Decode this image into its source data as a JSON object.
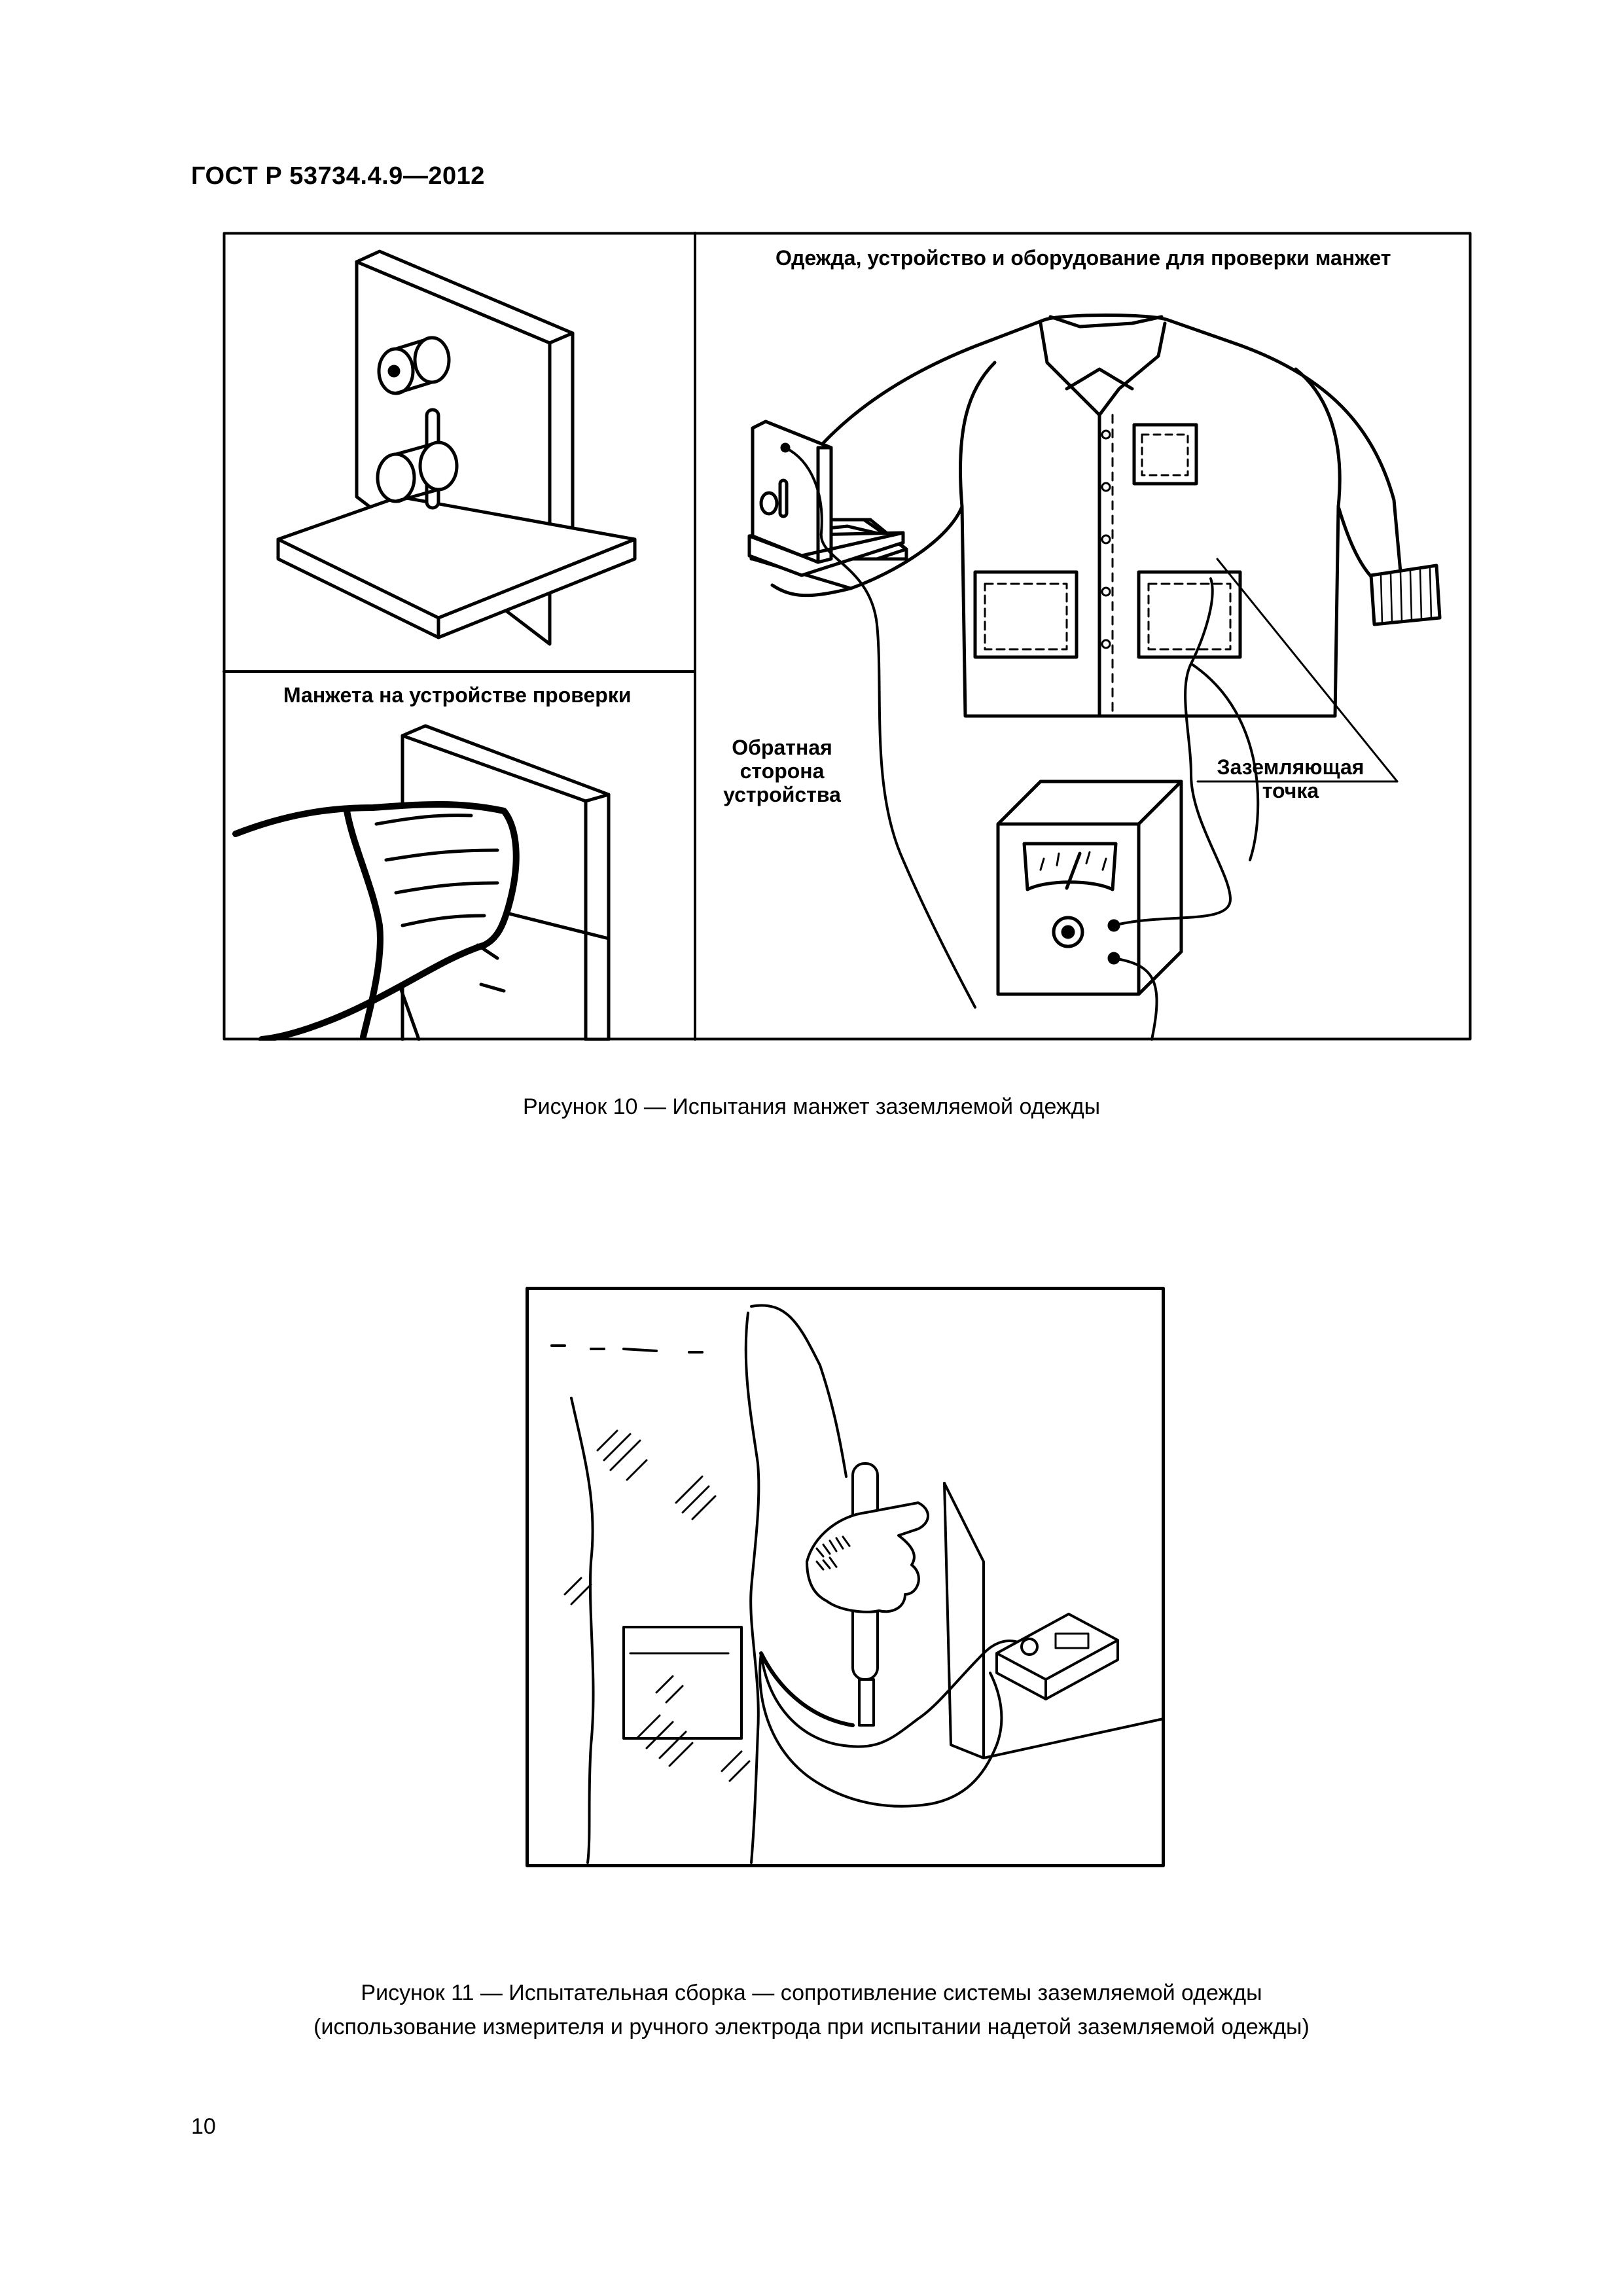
{
  "header": {
    "doc_id": "ГОСТ Р 53734.4.9—2012"
  },
  "figure10": {
    "panel_top_right_title": "Одежда, устройство и оборудование для проверки манжет",
    "panel_bottom_left_title": "Манжета на устройстве проверки",
    "label_back_side": [
      "Обратная",
      "сторона",
      "устройства"
    ],
    "label_ground_point": [
      "Заземляющая",
      "точка"
    ],
    "caption": "Рисунок 10 — Испытания манжет заземляемой одежды"
  },
  "figure11": {
    "caption_line1": "Рисунок 11 — Испытательная сборка — сопротивление системы заземляемой одежды",
    "caption_line2": "(использование измерителя и ручного электрода при испытании надетой заземляемой одежды)"
  },
  "footer": {
    "page_number": "10"
  }
}
